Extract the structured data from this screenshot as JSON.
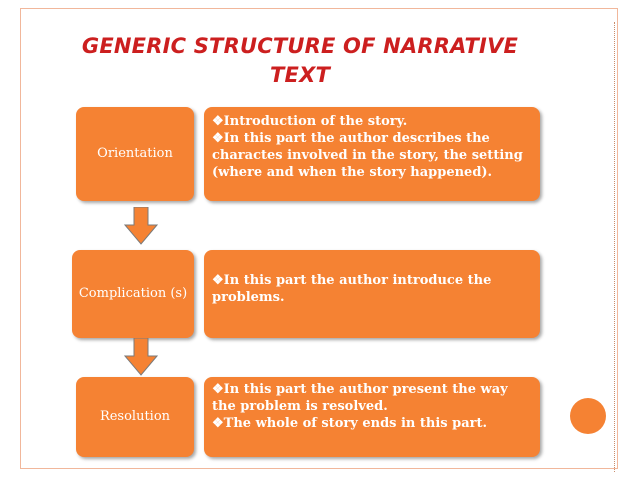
{
  "title": {
    "line1": "GENERIC STRUCTURE OF NARRATIVE",
    "line2": "TEXT"
  },
  "colors": {
    "box": "#f58233",
    "title": "#cc1f1f",
    "text": "#ffffff"
  },
  "steps": [
    {
      "label": "Orientation",
      "bullets": [
        "Introduction of the story.",
        "In this part the author describes the charactes involved in the story, the setting (where and when the story happened)."
      ]
    },
    {
      "label": "Complication (s)",
      "bullets": [
        "In this part the author introduce the problems."
      ]
    },
    {
      "label": "Resolution",
      "bullets": [
        "In this part the author present the way the problem is resolved.",
        "The whole of story ends in this part."
      ]
    }
  ],
  "bullet_symbol": "❖"
}
